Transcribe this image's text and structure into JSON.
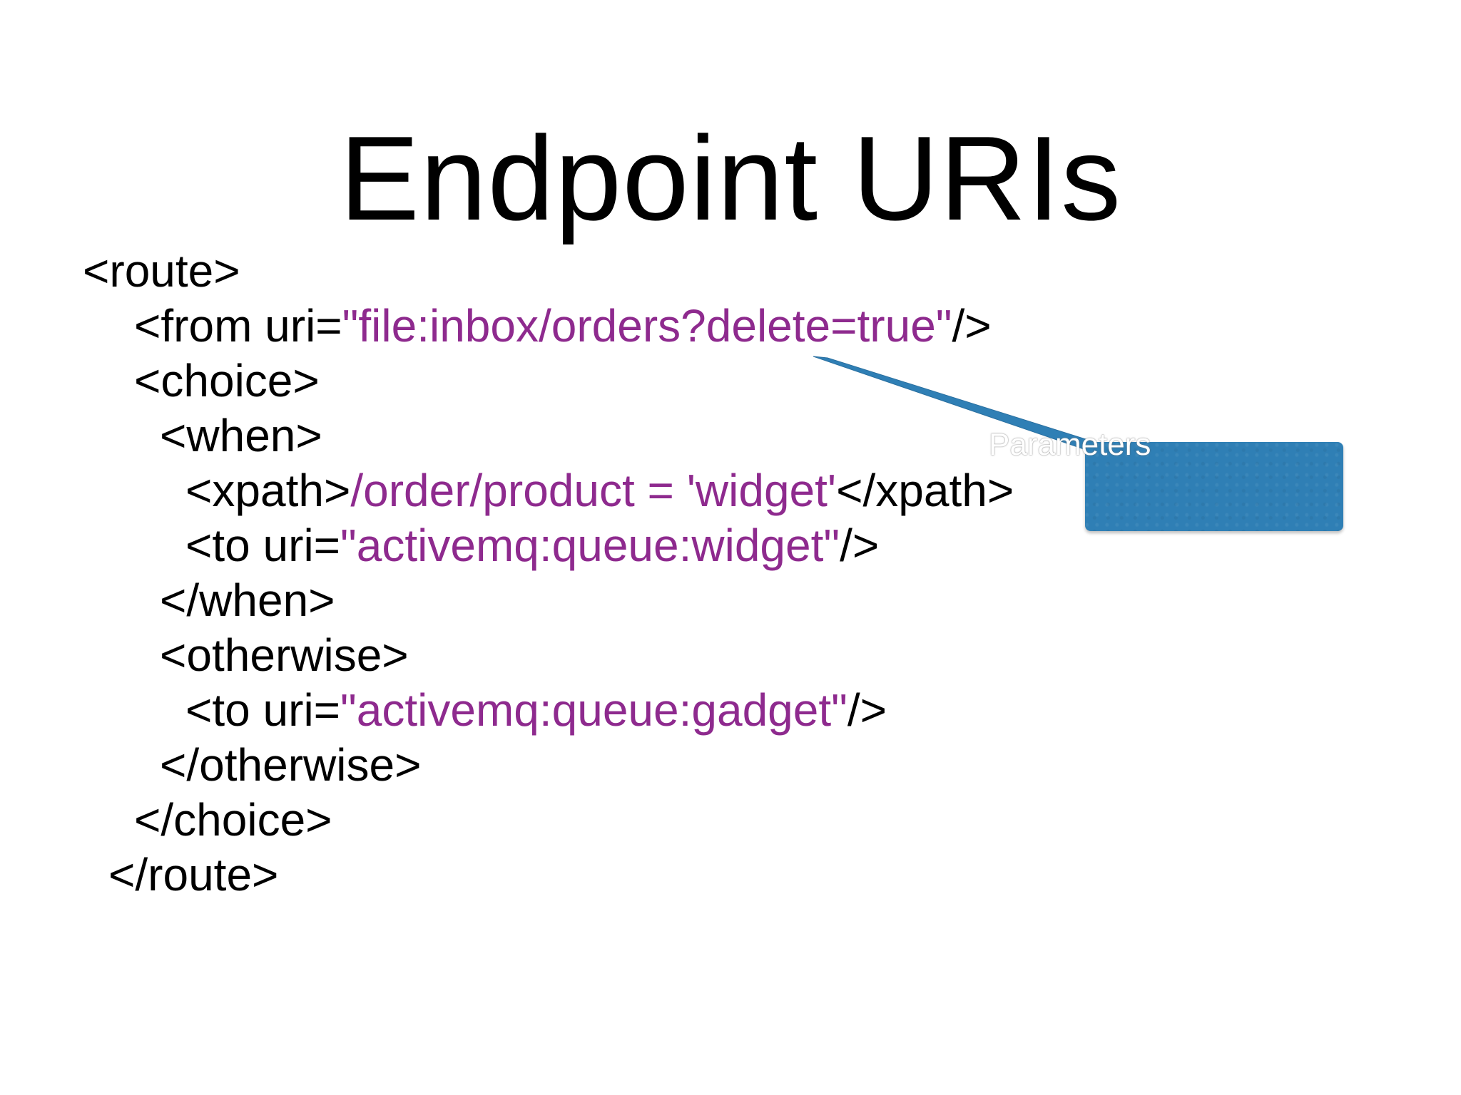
{
  "slide": {
    "title": "Endpoint URIs",
    "code_lines": [
      [
        {
          "text": "<route>",
          "style": "black"
        }
      ],
      [
        {
          "text": "<from uri=",
          "style": "black"
        },
        {
          "text": "\"file:inbox/orders?delete=true\"",
          "style": "purple"
        },
        {
          "text": "/>",
          "style": "black"
        }
      ],
      [
        {
          "text": "<choice>",
          "style": "black"
        }
      ],
      [
        {
          "text": "<when>",
          "style": "black"
        }
      ],
      [
        {
          "text": "<xpath>",
          "style": "black"
        },
        {
          "text": "/order/product = 'widget'",
          "style": "purple"
        },
        {
          "text": "</xpath>",
          "style": "black"
        }
      ],
      [
        {
          "text": "<to uri=",
          "style": "black"
        },
        {
          "text": "\"activemq:queue:widget\"",
          "style": "purple"
        },
        {
          "text": "/>",
          "style": "black"
        }
      ],
      [
        {
          "text": "</when>",
          "style": "black"
        }
      ],
      [
        {
          "text": "<otherwise>",
          "style": "black"
        }
      ],
      [
        {
          "text": "<to uri=",
          "style": "black"
        },
        {
          "text": "\"activemq:queue:gadget\"",
          "style": "purple"
        },
        {
          "text": "/>",
          "style": "black"
        }
      ],
      [
        {
          "text": "</otherwise>",
          "style": "black"
        }
      ],
      [
        {
          "text": "</choice>",
          "style": "black"
        }
      ],
      [
        {
          "text": "</route>",
          "style": "black"
        }
      ]
    ],
    "callout": {
      "label": "Parameters",
      "fill_color": "#2f7fb5"
    },
    "colors": {
      "code_text": "#000000",
      "code_highlight": "#8e2a8e",
      "background": "#ffffff"
    }
  }
}
